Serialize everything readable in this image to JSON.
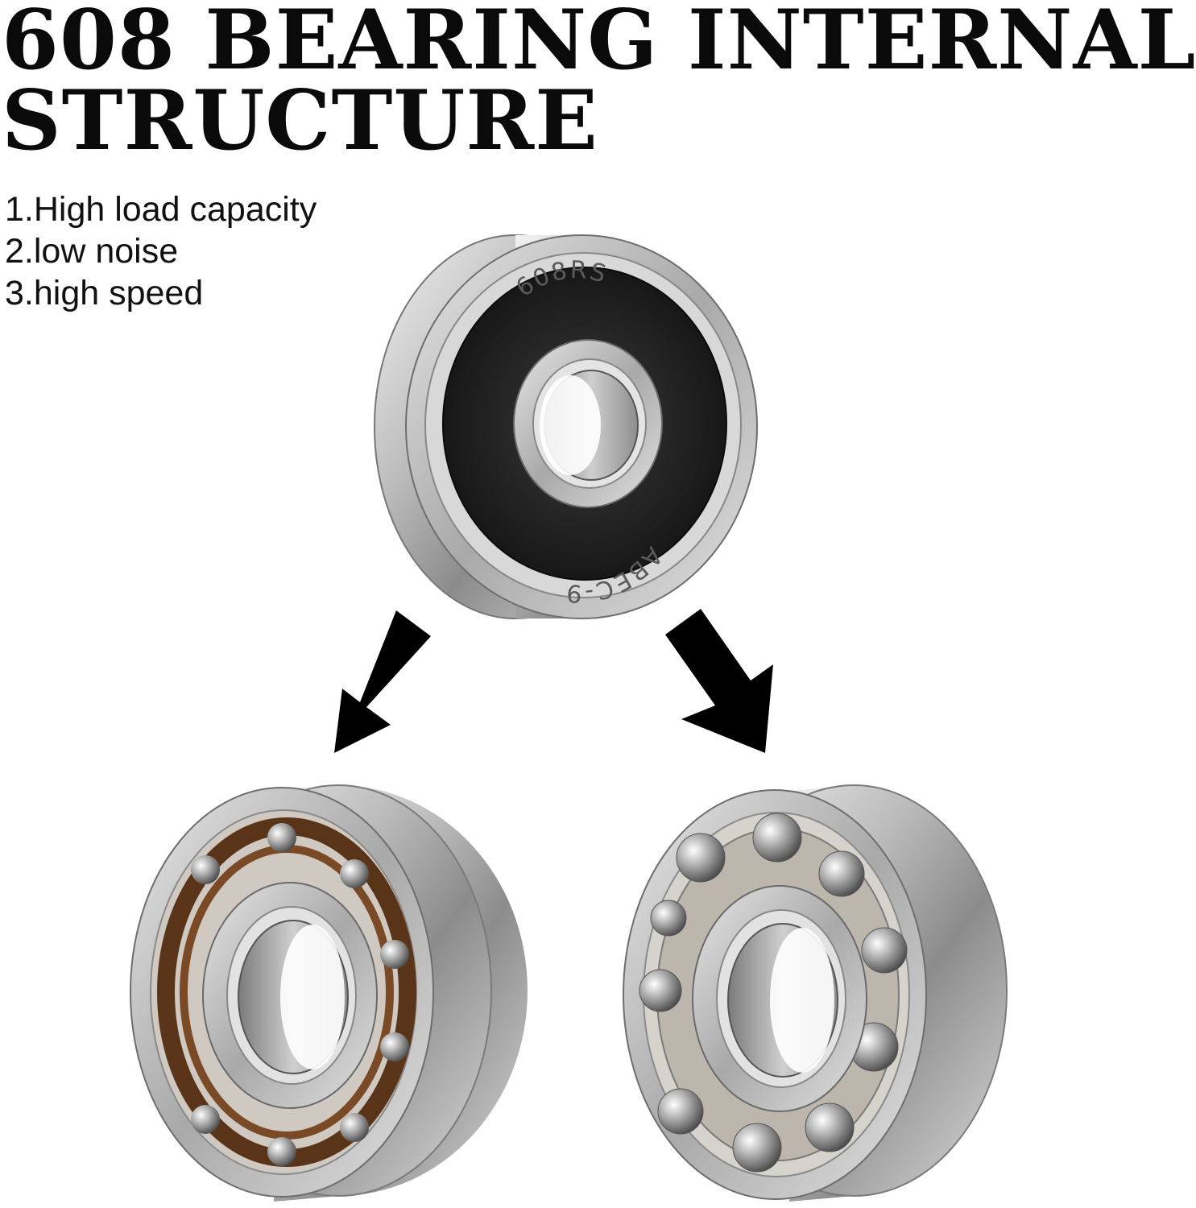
{
  "title": {
    "line1": "608 BEARING INTERNAL",
    "line2": "STRUCTURE"
  },
  "features": [
    "1.High load capacity",
    "2.low noise",
    "3.high speed"
  ],
  "bearing_top": {
    "marking_top": "608RS",
    "marking_bottom": "ABEC-9"
  },
  "icons": [
    "arrow-down-left-icon",
    "arrow-down-right-icon"
  ],
  "colors": {
    "text": "#0a0a0a",
    "steel": "#c8c8c8",
    "seal": "#1e1e1e",
    "cage_brown": "#5a3418",
    "arrow": "#000000"
  }
}
